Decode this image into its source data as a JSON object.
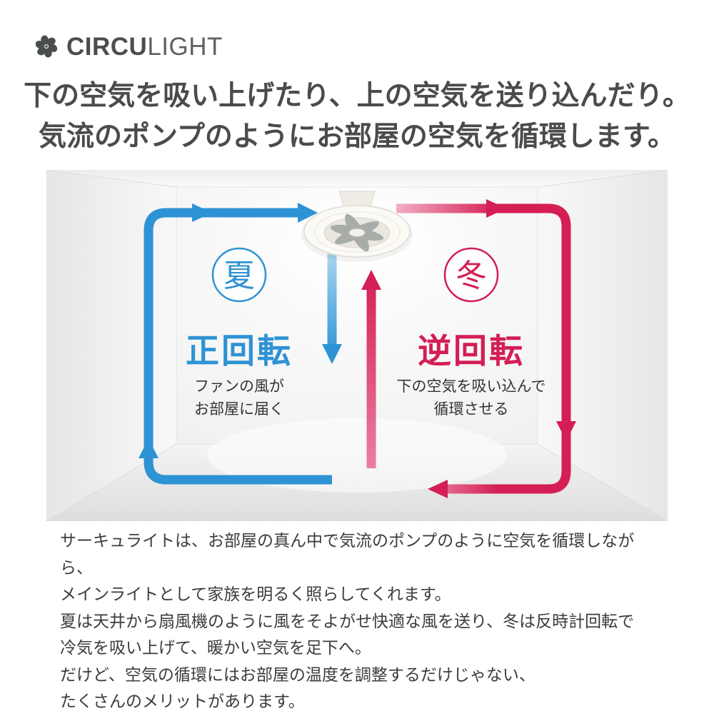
{
  "logo": {
    "icon": "fan-icon",
    "brand_bold": "CIRCU",
    "brand_light": "LIGHT"
  },
  "headline": {
    "line1": "下の空気を吸い上げたり、上の空気を送り込んだり。",
    "line2": "気流のポンプのようにお部屋の空気を循環します。"
  },
  "diagram": {
    "summer": {
      "badge": "夏",
      "title": "正回転",
      "caption_line1": "ファンの風が",
      "caption_line2": "お部屋に届く"
    },
    "winter": {
      "badge": "冬",
      "title": "逆回転",
      "caption_line1": "下の空気を吸い込んで",
      "caption_line2": "循環させる"
    }
  },
  "colors": {
    "summer_blue": "#2e93d4",
    "winter_red": "#d41e55",
    "brand_gray": "#4a4e4d"
  },
  "body": {
    "lines": [
      "サーキュライトは、お部屋の真ん中で気流のポンプのように空気を循環しながら、",
      "メインライトとして家族を明るく照らしてくれます。",
      "夏は天井から扇風機のように風をそよがせ快適な風を送り、冬は反時計回転で",
      "冷気を吸い上げて、暖かい空気を足下へ。",
      "だけど、空気の循環にはお部屋の温度を調整するだけじゃない、",
      "たくさんのメリットがあります。"
    ]
  }
}
